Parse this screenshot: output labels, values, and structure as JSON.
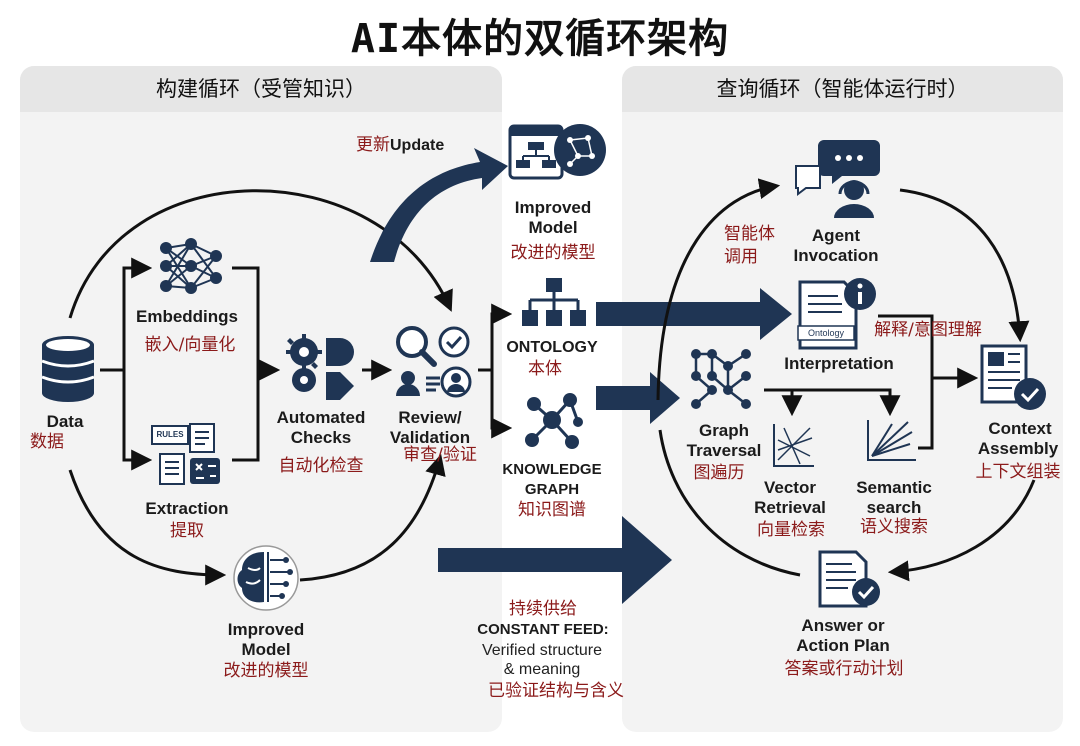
{
  "title": "AI本体的双循环架构",
  "left_panel": {
    "header": "构建循环（受管知识）"
  },
  "right_panel": {
    "header": "查询循环（智能体运行时）"
  },
  "nodes": {
    "data": {
      "en": "Data",
      "zh": "数据"
    },
    "embeddings": {
      "en": "Embeddings",
      "zh": "嵌入/向量化"
    },
    "extraction": {
      "en": "Extraction",
      "zh": "提取",
      "rules_tag": "RULES"
    },
    "automated_checks": {
      "en1": "Automated",
      "en2": "Checks",
      "zh": "自动化检查"
    },
    "review": {
      "en1": "Review/",
      "en2": "Validation",
      "zh": "审查/验证"
    },
    "improved_model_bottom": {
      "en1": "Improved",
      "en2": "Model",
      "zh": "改进的模型"
    },
    "improved_model_top": {
      "en1": "Improved",
      "en2": "Model",
      "zh": "改进的模型"
    },
    "update": {
      "zh": "更新",
      "en": "Update"
    },
    "ontology": {
      "en": "ONTOLOGY",
      "zh": "本体"
    },
    "knowledge_graph": {
      "en1": "KNOWLEDGE",
      "en2": "GRAPH",
      "zh": "知识图谱"
    },
    "constant_feed": {
      "zh": "持续供给",
      "en": "CONSTANT FEED:",
      "sub1": "Verified structure",
      "sub2": "& meaning",
      "zh2": "已验证结构与含义"
    },
    "agent_invocation": {
      "zh1": "智能体",
      "zh2": "调用",
      "en1": "Agent",
      "en2": "Invocation"
    },
    "interpretation": {
      "en": "Interpretation",
      "zh": "解释/意图理解",
      "doc_tag": "Ontology"
    },
    "graph_traversal": {
      "en1": "Graph",
      "en2": "Traversal",
      "zh": "图遍历"
    },
    "vector_retrieval": {
      "en1": "Vector",
      "en2": "Retrieval",
      "zh": "向量检索"
    },
    "semantic_search": {
      "en1": "Semantic",
      "en2": "search",
      "zh": "语义搜索"
    },
    "context_assembly": {
      "en1": "Context",
      "en2": "Assembly",
      "zh": "上下文组装"
    },
    "answer": {
      "en1": "Answer or",
      "en2": "Action Plan",
      "zh": "答案或行动计划"
    }
  },
  "colors": {
    "navy": "#1f3554",
    "accent_red": "#8b1a1a",
    "panel_bg": "#f3f3f3",
    "panel_header": "#e6e6e6"
  }
}
